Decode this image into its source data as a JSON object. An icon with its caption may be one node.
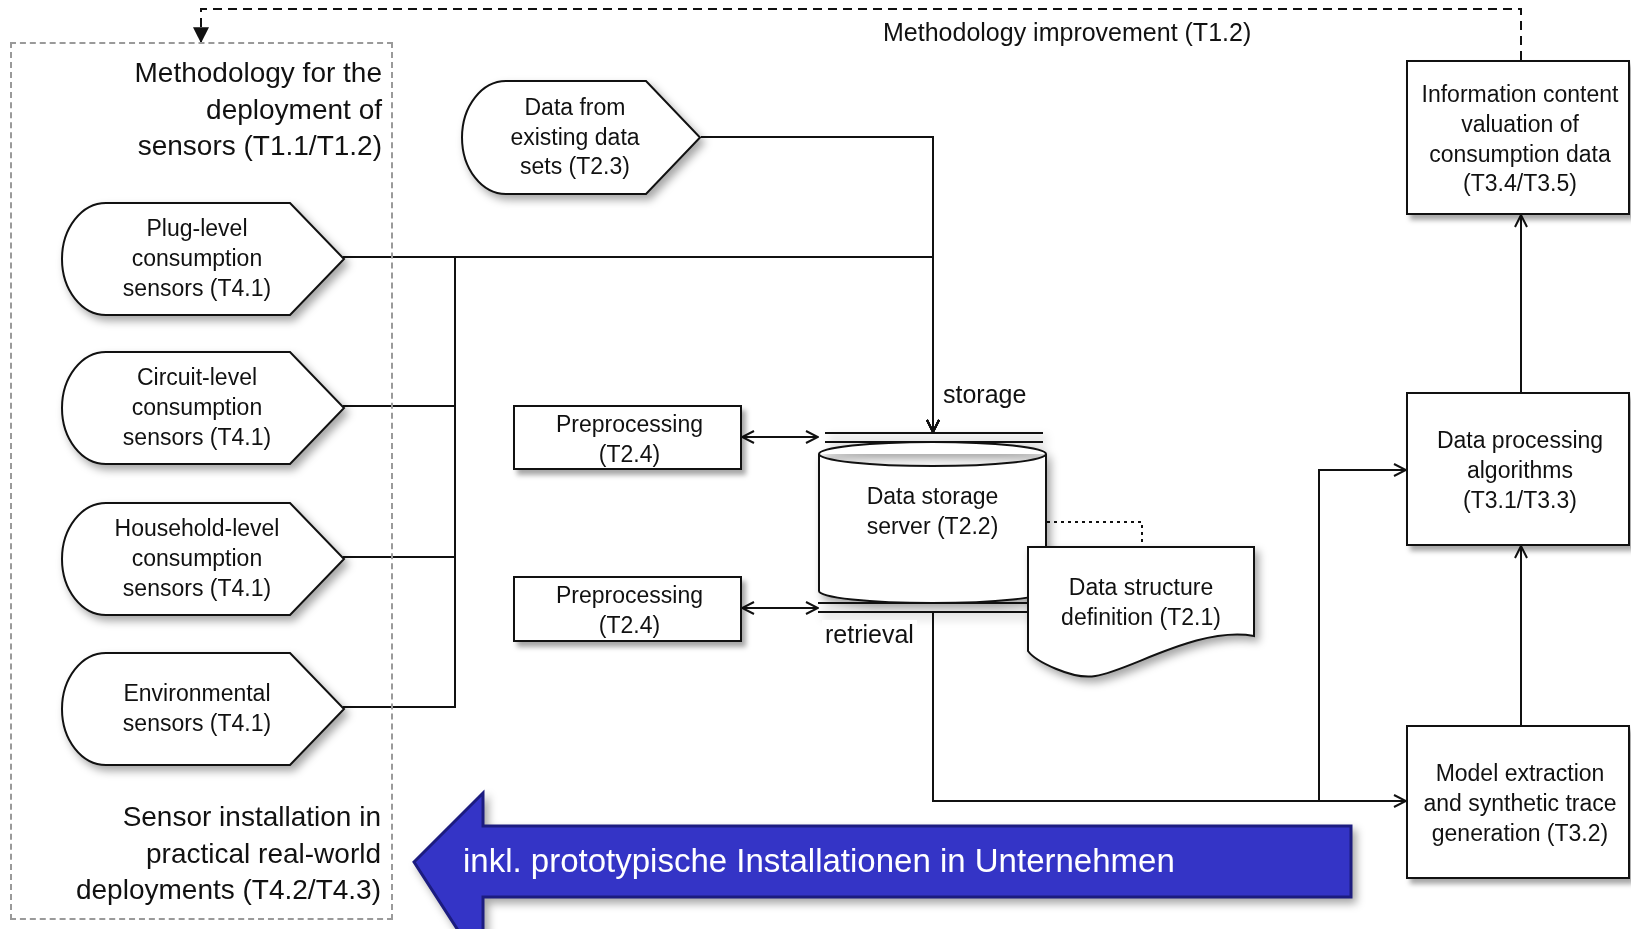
{
  "diagram": {
    "nodes": [
      {
        "text": [
          "Methodology for the deployment of sensors (T1.1/T1.2)",
          "Sensor installation in practical real-world deployments (T4.2/T4.3)"
        ]
      },
      {
        "text": [
          "Plug-level consumption sensors (T4.1)"
        ],
        "in": 0
      },
      {
        "text": [
          "Circuit-level consumption sensors (T4.1)"
        ],
        "in": 0
      },
      {
        "text": [
          "Household-level consumption sensors (T4.1)"
        ],
        "in": 0
      },
      {
        "text": [
          "Environmental sensors (T4.1)"
        ],
        "in": 0
      },
      {
        "text": [
          "Data from existing data sets (T2.3)"
        ]
      },
      {
        "text": [
          "Information content valuation of consumption data (T3.4/T3.5)"
        ]
      },
      {
        "text": [
          "Preprocessing (T2.4)"
        ]
      },
      {
        "text": [
          "Data storage server (T2.2)"
        ]
      },
      {
        "text": [
          "Preprocessing (T2.4)"
        ]
      },
      {
        "text": [
          "Data structure definition (T2.1)"
        ]
      },
      {
        "text": [
          "Data processing algorithms (T3.1/T3.3)"
        ]
      },
      {
        "text": [
          "Model extraction and synthetic trace generation (T3.2)"
        ]
      },
      {
        "text": [
          "inkl. prototypische Installationen in Unternehmen"
        ]
      }
    ],
    "edges": [
      {
        "from": 1,
        "to": 8,
        "arrow": "to"
      },
      {
        "from": 2,
        "to": 8,
        "arrow": "to"
      },
      {
        "from": 3,
        "to": 8,
        "arrow": "to"
      },
      {
        "from": 4,
        "to": 8,
        "arrow": "to"
      },
      {
        "from": 5,
        "to": 8,
        "arrow": "to"
      },
      {
        "from": 7,
        "to": 8,
        "arrow": "both"
      },
      {
        "from": 9,
        "to": 8,
        "arrow": "both"
      },
      {
        "from": 8,
        "to": 10,
        "arrow": "none",
        "style": "dashed"
      },
      {
        "from": 8,
        "to": 12,
        "arrow": "to"
      },
      {
        "from": 8,
        "to": 11,
        "arrow": "to"
      },
      {
        "from": 12,
        "to": 11,
        "arrow": "to"
      },
      {
        "from": 11,
        "to": 6,
        "arrow": "to"
      },
      {
        "from": 6,
        "to": 0,
        "arrow": "to",
        "style": "dashed",
        "label": "Methodology improvement (T1.2)"
      }
    ],
    "labels": [
      "storage",
      "retrieval"
    ]
  }
}
